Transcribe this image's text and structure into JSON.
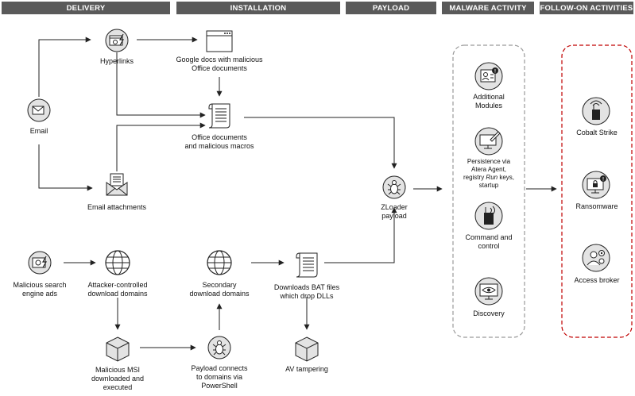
{
  "headers": {
    "delivery": "DELIVERY",
    "installation": "INSTALLATION",
    "payload": "PAYLOAD",
    "malware_activity": "MALWARE ACTIVITY",
    "follow_on": "FOLLOW-ON ACTIVITIES"
  },
  "delivery": {
    "email": "Email",
    "hyperlinks": "Hyperlinks",
    "email_attachments": "Email attachments",
    "malicious_search_ads": "Malicious search\nengine ads",
    "attacker_domains": "Attacker-controlled\ndownload domains",
    "malicious_msi": "Malicious MSI\ndownloaded and\nexecuted"
  },
  "installation": {
    "google_docs": "Google docs with malicious\nOffice documents",
    "office_macros": "Office documents\nand malicious macros",
    "secondary_domains": "Secondary\ndownload domains",
    "payload_connects": "Payload connects\nto domains via\nPowerShell",
    "downloads_bat": "Downloads BAT files\nwhich drop DLLs",
    "av_tampering": "AV tampering"
  },
  "payload": {
    "zloader": "ZLoader\npayload"
  },
  "malware_activity": {
    "additional_modules": "Additional\nModules",
    "persistence_prefix": "Persistence via\nAtera Agent,\nregistry ",
    "persistence_italic": "Run",
    "persistence_suffix": " keys,\nstartup",
    "command_control": "Command and\ncontrol",
    "discovery": "Discovery"
  },
  "follow_on": {
    "cobalt_strike": "Cobalt Strike",
    "ransomware": "Ransomware",
    "access_broker": "Access broker"
  },
  "colors": {
    "header_bg": "#5a5a5a",
    "icon_fill": "#e3e3e3",
    "line": "#222222",
    "malware_border": "#9a9a9a",
    "followon_border": "#c00000"
  }
}
